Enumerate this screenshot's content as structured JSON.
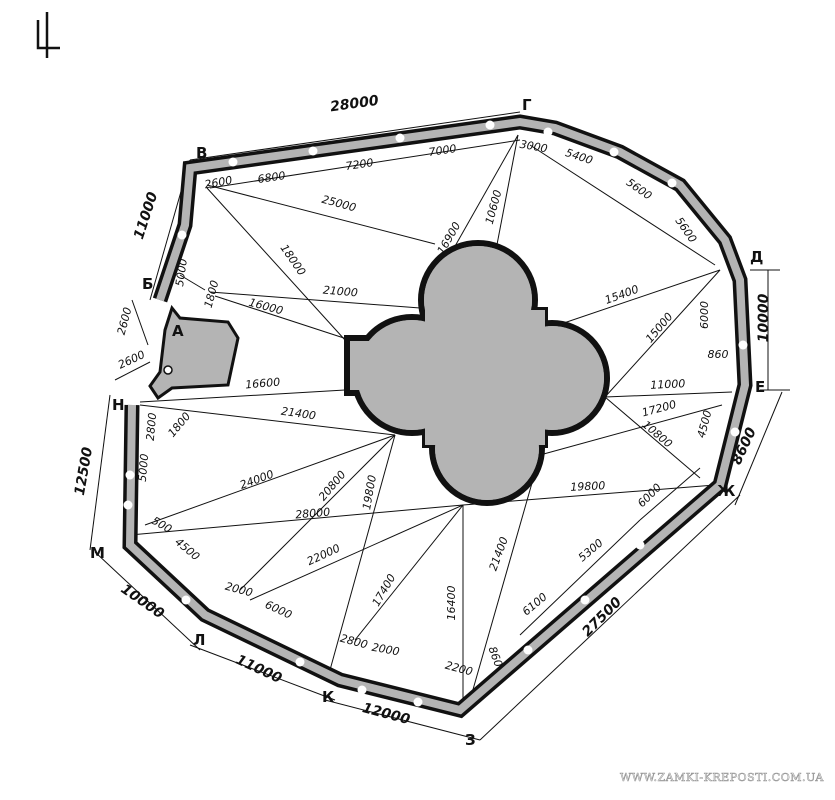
{
  "colors": {
    "ink": "#111111",
    "fill": "#b4b4b4",
    "paper": "#ffffff"
  },
  "corners": [
    "А",
    "Б",
    "В",
    "Г",
    "Д",
    "Е",
    "Ж",
    "З",
    "К",
    "Л",
    "М",
    "Н"
  ],
  "dimensions": [
    "28000",
    "7200",
    "7000",
    "6800",
    "2600",
    "25000",
    "18000",
    "16900",
    "10600",
    "11000",
    "5000",
    "21000",
    "16000",
    "3000",
    "5400",
    "5600",
    "5600",
    "15400",
    "15000",
    "6000",
    "860",
    "10000",
    "11000",
    "17200",
    "4500",
    "10800",
    "8600",
    "19800",
    "6000",
    "2600",
    "16600",
    "21400",
    "2800",
    "1800",
    "12500",
    "5000",
    "24000",
    "20800",
    "19800",
    "28000",
    "500",
    "4500",
    "22000",
    "17400",
    "16400",
    "2000",
    "6000",
    "10000",
    "2800",
    "2000",
    "11000",
    "2200",
    "12000",
    "860",
    "21400",
    "6100",
    "5300",
    "27500",
    "2600",
    "1800"
  ],
  "watermark": "WWW.ZAMKI-KREPOSTI.COM.UA"
}
